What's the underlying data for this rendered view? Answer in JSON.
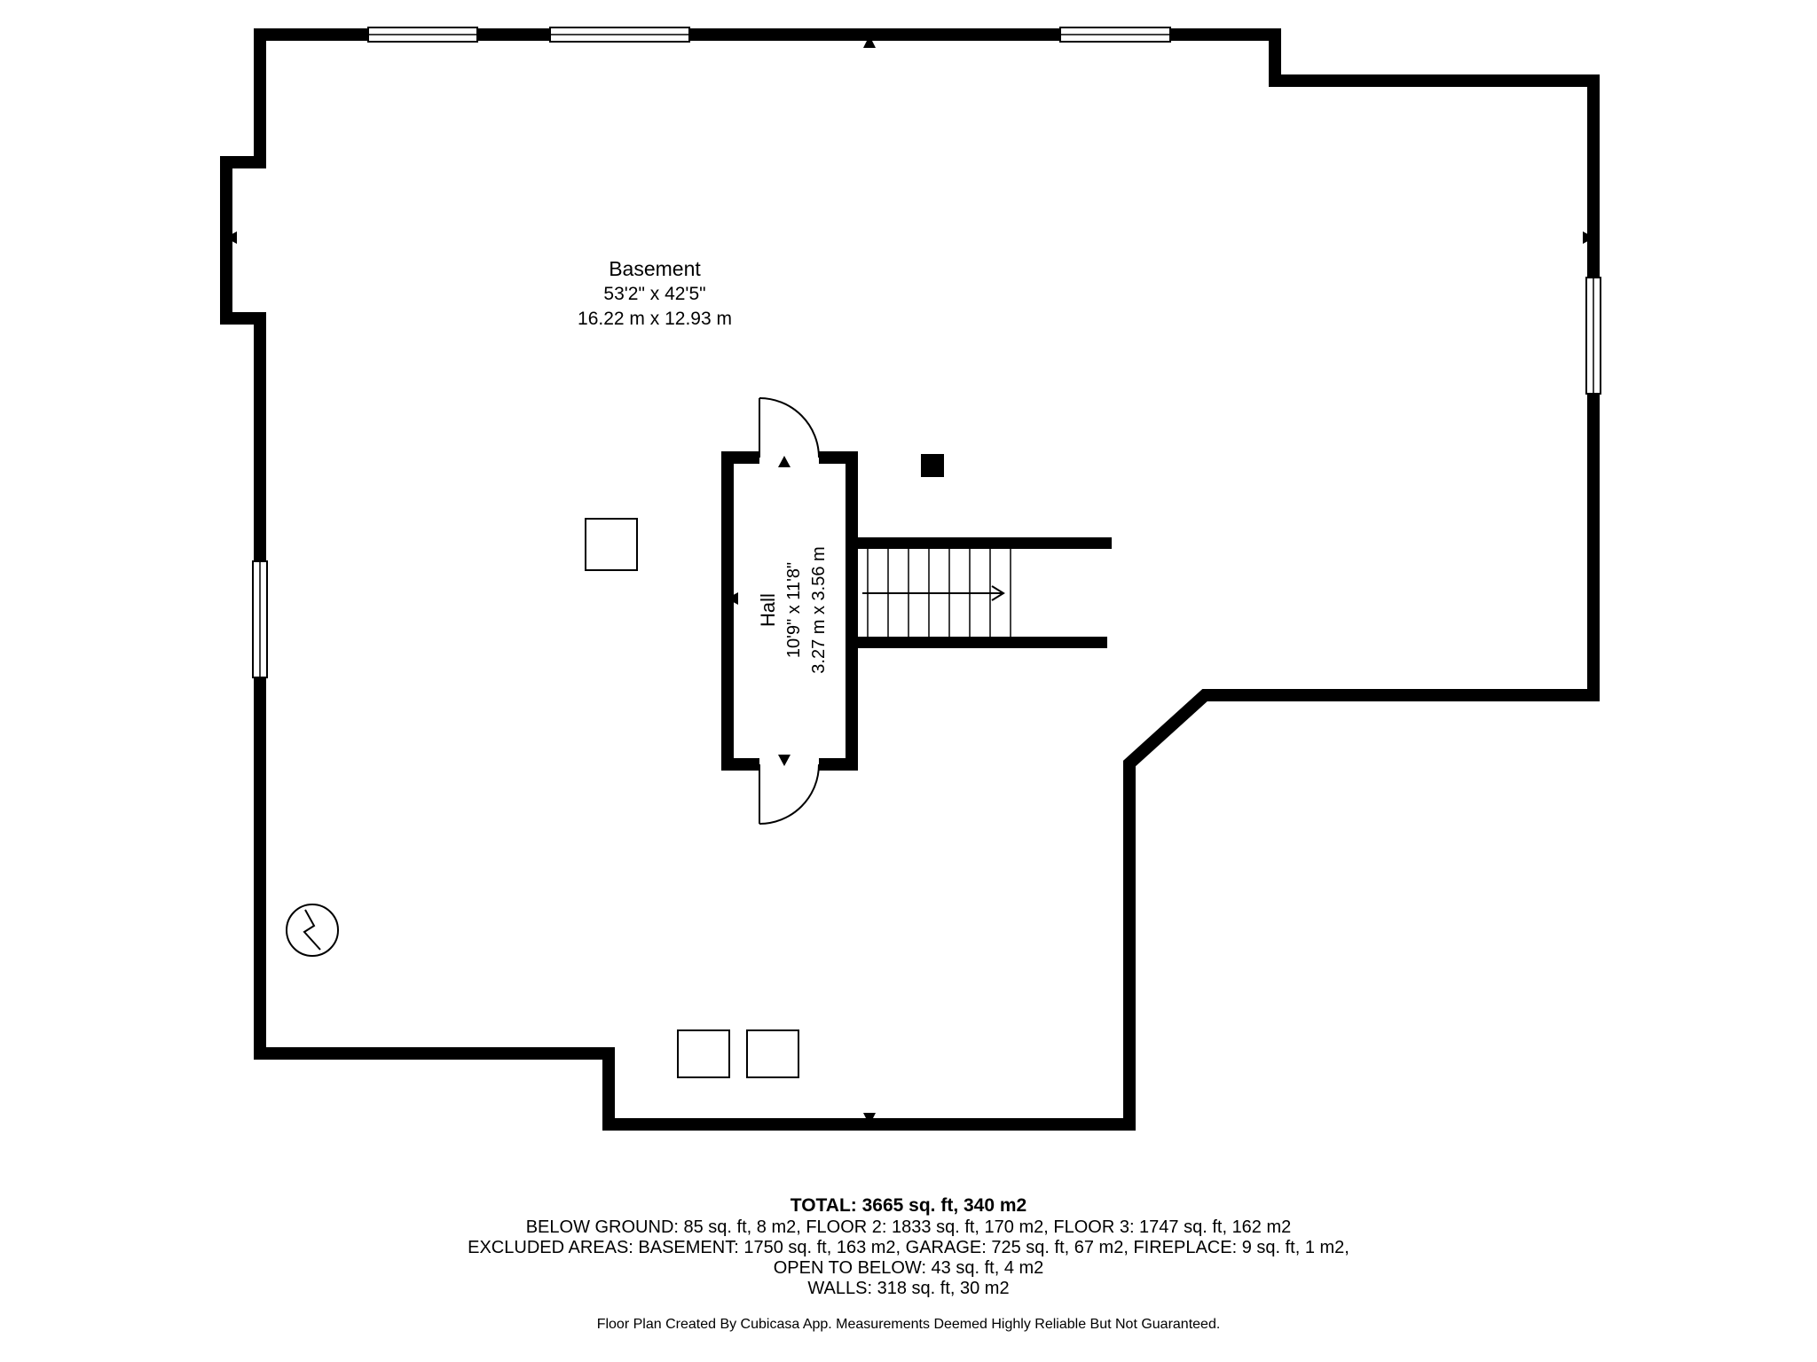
{
  "plan": {
    "basement_label": {
      "name": "Basement",
      "dim_ft": "53'2\" x 42'5\"",
      "dim_m": "16.22 m x 12.93 m"
    },
    "hall_label": {
      "name": "Hall",
      "dim_ft": "10'9\" x 11'8\"",
      "dim_m": "3.27 m x 3.56 m"
    }
  },
  "summary": {
    "total": "TOTAL: 3665 sq. ft, 340 m2",
    "floors": "BELOW GROUND: 85 sq. ft, 8 m2, FLOOR 2: 1833 sq. ft, 170 m2, FLOOR 3: 1747 sq. ft, 162 m2",
    "excluded": "EXCLUDED AREAS: BASEMENT: 1750 sq. ft, 163 m2, GARAGE: 725 sq. ft, 67 m2, FIREPLACE: 9 sq. ft, 1 m2,",
    "open_below": "OPEN TO BELOW: 43 sq. ft, 4 m2",
    "walls": "WALLS: 318 sq. ft, 30 m2",
    "footer": "Floor Plan Created By Cubicasa App. Measurements Deemed Highly Reliable But Not Guaranteed."
  },
  "colors": {
    "wall": "#000000",
    "background": "#ffffff"
  }
}
